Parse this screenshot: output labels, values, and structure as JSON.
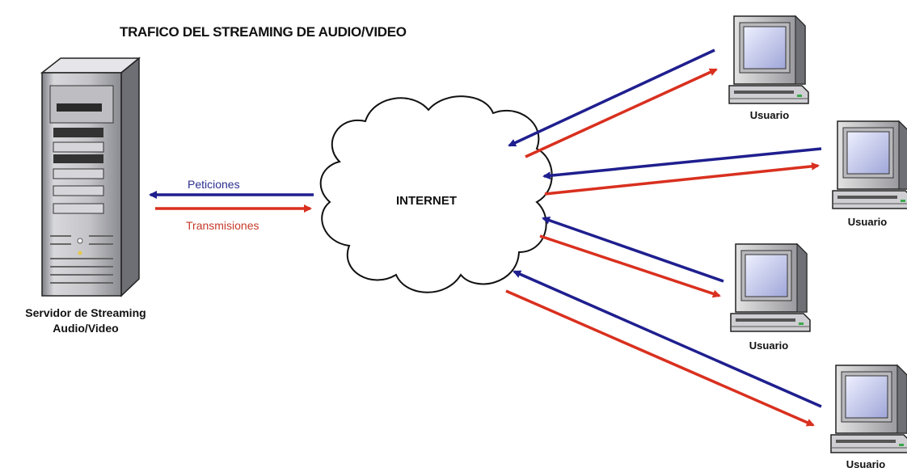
{
  "diagram": {
    "title": "TRAFICO DEL STREAMING DE AUDIO/VIDEO",
    "server": {
      "label_line1": "Servidor de Streaming",
      "label_line2": "Audio/Video"
    },
    "cloud": {
      "label": "INTERNET"
    },
    "link_labels": {
      "requests": "Peticiones",
      "transmissions": "Transmisiones"
    },
    "users": [
      {
        "label": "Usuario"
      },
      {
        "label": "Usuario"
      },
      {
        "label": "Usuario"
      },
      {
        "label": "Usuario"
      }
    ],
    "colors": {
      "request_arrow": "#1f1f8f",
      "transmission_arrow": "#d9301f"
    }
  }
}
